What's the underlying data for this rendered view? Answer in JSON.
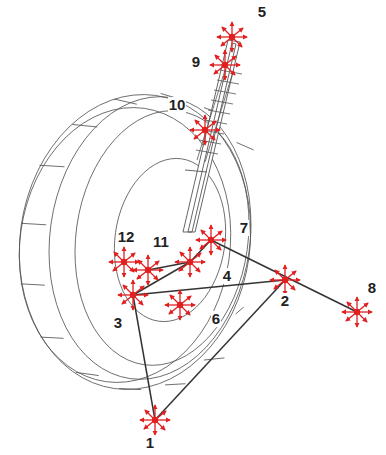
{
  "diagram": {
    "labels": [
      "5",
      "9",
      "10",
      "7",
      "12",
      "11",
      "4",
      "8",
      "3",
      "6",
      "2",
      "1"
    ]
  }
}
